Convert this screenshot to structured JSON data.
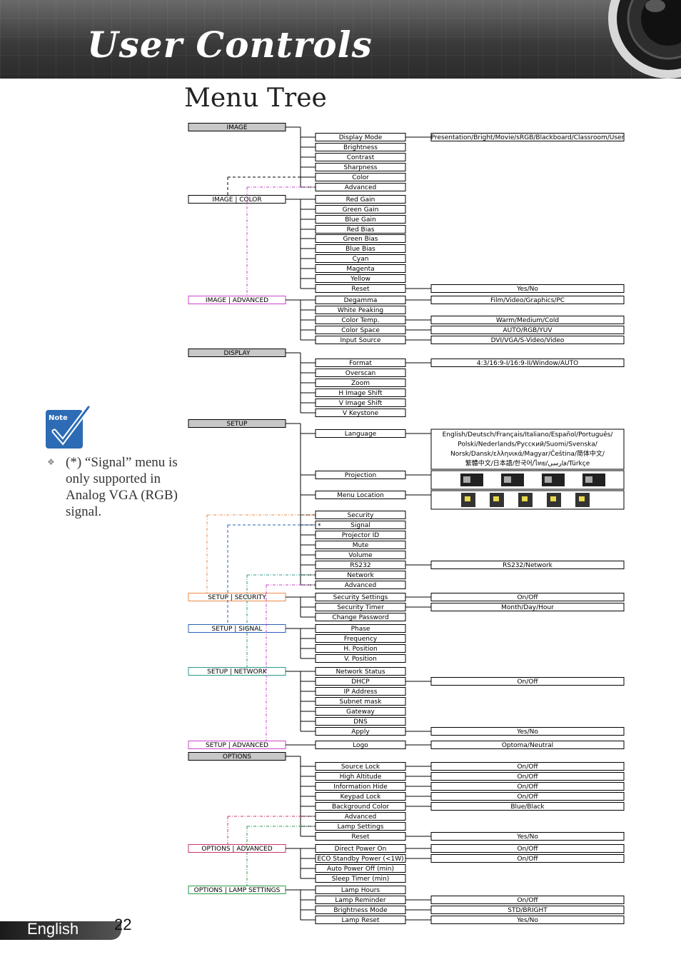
{
  "header": {
    "title": "User Controls"
  },
  "page_title": "Menu Tree",
  "note": {
    "icon_text": "Note",
    "text": "(*) “Signal” menu is only supported in Analog VGA (RGB) signal."
  },
  "footer": {
    "language": "English",
    "page": "22"
  },
  "tree": {
    "top_menus": [
      "IMAGE",
      "DISPLAY",
      "SETUP",
      "OPTIONS"
    ],
    "sub_menus": [
      "IMAGE | COLOR",
      "IMAGE | ADVANCED",
      "SETUP | SECURITY",
      "SETUP | SIGNAL",
      "SETUP  |  NETWORK",
      "SETUP | ADVANCED",
      "OPTIONS | ADVANCED",
      "OPTIONS | LAMP SETTINGS"
    ],
    "items": [
      "Display Mode",
      "Brightness",
      "Contrast",
      "Sharpness",
      "Color",
      "Advanced",
      "Red Gain",
      "Green Gain",
      "Blue Gain",
      "Red Bias",
      "Green Bias",
      "Blue Bias",
      "Cyan",
      "Magenta",
      "Yellow",
      "Reset",
      "Degamma",
      "White Peaking",
      "Color Temp.",
      "Color Space",
      "Input Source",
      "Format",
      "Overscan",
      "Zoom",
      "H Image Shift",
      "V Image Shift",
      "V Keystone",
      "Language",
      "Projection",
      "Menu Location",
      "Security",
      "Signal",
      "Projector ID",
      "Mute",
      "Volume",
      "RS232",
      "Network",
      "Advanced",
      "Security Settings",
      "Security Timer",
      "Change Password",
      "Phase",
      "Frequency",
      "H. Position",
      "V. Position",
      "Network Status",
      "DHCP",
      "IP Address",
      "Subnet mask",
      "Gateway",
      "DNS",
      "Apply",
      "Logo",
      "Source Lock",
      "High Altitude",
      "Information Hide",
      "Keypad Lock",
      "Background Color",
      "Advanced",
      "Lamp Settings",
      "Reset",
      "Direct Power On",
      "ECO Standby Power (<1W)",
      "Auto Power Off (min)",
      "Sleep Timer (min)",
      "Lamp Hours",
      "Lamp Reminder",
      "Brightness Mode",
      "Lamp Reset"
    ],
    "values": [
      "Presentation/Bright/Movie/sRGB/Blackboard/Classroom/User",
      "Yes/No",
      "Film/Video/Graphics/PC",
      "Warm/Medium/Cold",
      "AUTO/RGB/YUV",
      "DVI/VGA/S-Video/Video",
      "4:3/16:9-I/16:9-II/Window/AUTO",
      "RS232/Network",
      "On/Off",
      "Month/Day/Hour",
      "On/Off",
      "Yes/No",
      "Optoma/Neutral",
      "On/Off",
      "On/Off",
      "On/Off",
      "On/Off",
      "Blue/Black",
      "Yes/No",
      "On/Off",
      "On/Off",
      "On/Off",
      "STD/BRIGHT",
      "Yes/No"
    ],
    "language_lines": [
      "English/Deutsch/Français/Italiano/Español/Português/",
      "Polski/Nederlands/Русский/Suomi/Svenska/",
      "Norsk/Dansk/ελληνικά/Magyar/Čeština/简体中文/",
      "繁體中文/日本語/한국어/ไทย/فارسی/Türkçe"
    ],
    "signal_mark": "*"
  }
}
